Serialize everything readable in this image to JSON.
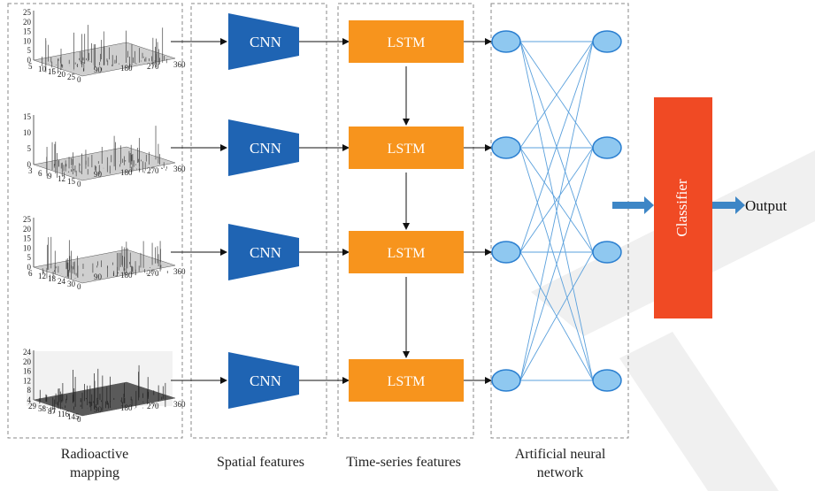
{
  "columns": {
    "mapping": "Radioactive mapping",
    "spatial": "Spatial features",
    "temporal": "Time-series features",
    "ann": "Artificial neural network"
  },
  "cnn_label": "CNN",
  "lstm_label": "LSTM",
  "classifier_label": "Classifier",
  "output_label": "Output",
  "watermark": "T",
  "plots": [
    {
      "z_ticks": [
        "25",
        "20",
        "15",
        "10",
        "5",
        "0"
      ],
      "y_ticks": [
        "5",
        "10",
        "15",
        "20",
        "25",
        "0"
      ],
      "x_ticks": [
        "90",
        "180",
        "270",
        "360"
      ],
      "peak": 0.85,
      "dark": false
    },
    {
      "z_ticks": [
        "15",
        "10",
        "5",
        "0"
      ],
      "y_ticks": [
        "3",
        "6",
        "9",
        "12",
        "15",
        "0"
      ],
      "x_ticks": [
        "90",
        "180",
        "270",
        "360"
      ],
      "peak": 0.75,
      "dark": false
    },
    {
      "z_ticks": [
        "25",
        "20",
        "15",
        "10",
        "5",
        "0"
      ],
      "y_ticks": [
        "6",
        "12",
        "18",
        "24",
        "30",
        "0"
      ],
      "x_ticks": [
        "90",
        "180",
        "270",
        "360"
      ],
      "peak": 0.7,
      "dark": false
    },
    {
      "z_ticks": [
        "24",
        "20",
        "16",
        "12",
        "8",
        "4"
      ],
      "y_ticks": [
        "29",
        "58",
        "87",
        "116",
        "145",
        "0"
      ],
      "x_ticks": [
        "90",
        "180",
        "270",
        "360"
      ],
      "peak": 0.8,
      "dark": true
    }
  ],
  "colors": {
    "cnn": "#1f64b3",
    "lstm": "#f7941d",
    "classifier": "#f04a24",
    "node_fill": "#8fc8f0",
    "node_stroke": "#2b7fd0",
    "ann_edge": "#5aa0dc",
    "block_arrow": "#3d86c6",
    "dashed": "#8a8a8a",
    "watermark": "#f0f0f0"
  }
}
